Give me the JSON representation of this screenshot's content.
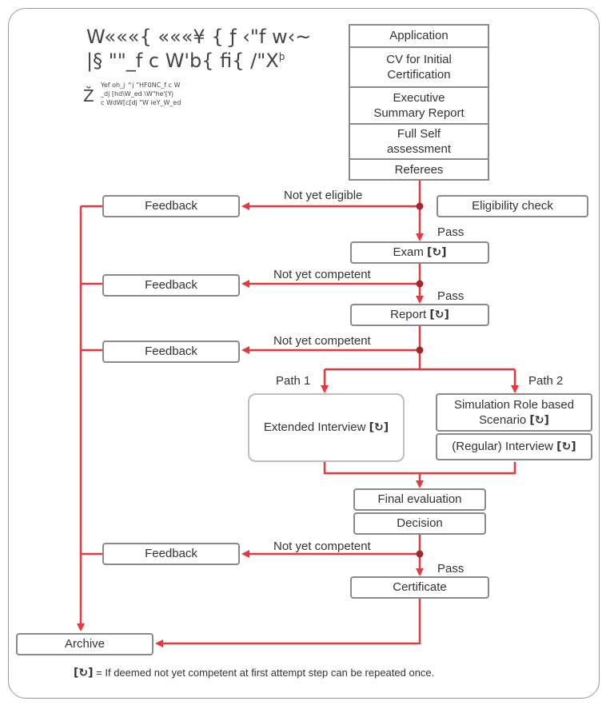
{
  "header": {
    "line1": "W«««{ «««¥ { ƒ ‹\"f w‹~",
    "line2": "|§ \"\"_f c W'b{ fi{ /\"X",
    "line2_sup": "þ",
    "mark": "Ž",
    "small1": "Yef oh_j ^j \"HF0NC_f c W",
    "small2": "_dj [hd\\W_ed \\W\"he'[Yj",
    "small3": "c WdW[c[dj \"W ieY_W_ed"
  },
  "stack": {
    "items": [
      "Application",
      "CV for Initial Certification",
      "Executive Summary Report",
      "Full Self assessment",
      "Referees"
    ]
  },
  "boxes": {
    "eligibility": "Eligibility check",
    "feedback": "Feedback",
    "exam": "Exam",
    "report": "Report",
    "extended_interview": "Extended Interview",
    "simulation": "Simulation Role based Scenario",
    "regular_interview": "(Regular) Interview",
    "final_evaluation": "Final evaluation",
    "decision": "Decision",
    "certificate": "Certificate",
    "archive": "Archive"
  },
  "labels": {
    "not_yet_eligible": "Not yet eligible",
    "not_yet_competent": "Not yet competent",
    "pass": "Pass",
    "path1": "Path 1",
    "path2": "Path 2"
  },
  "repeat_symbol": "[↻]",
  "legend": {
    "text": "= If deemed not yet competent at first attempt step can be repeated once."
  },
  "colors": {
    "arrow": "#e8373e",
    "dot": "#a0282c",
    "box_border": "#8a8a8a",
    "light_border": "#bdbdbd"
  }
}
